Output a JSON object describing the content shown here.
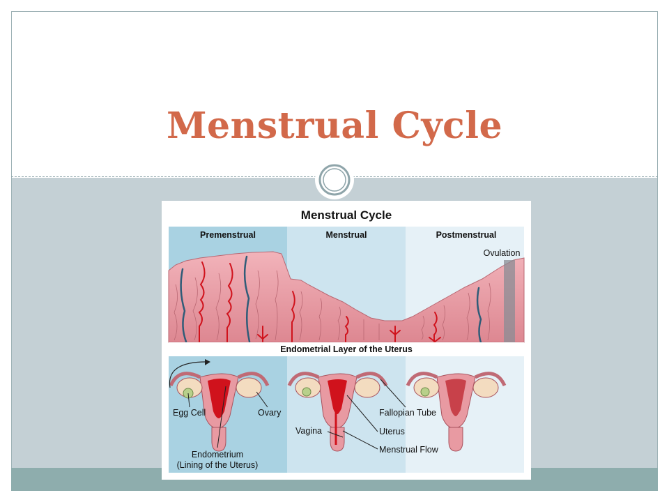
{
  "slide": {
    "title": "Menstrual Cycle",
    "title_color": "#d2694a",
    "background_band_color": "#c4d0d5",
    "footer_color": "#8eadad"
  },
  "figure": {
    "title": "Menstrual Cycle",
    "phases": [
      "Premenstrual",
      "Menstrual",
      "Postmenstrual"
    ],
    "ovulation_label": "Ovulation",
    "layer_caption": "Endometrial Layer of the Uterus",
    "labels": {
      "egg_cell": "Egg Cell",
      "ovary": "Ovary",
      "endometrium": "Endometrium",
      "endometrium_note": "(Lining of the Uterus)",
      "fallopian_tube": "Fallopian Tube",
      "vagina": "Vagina",
      "uterus": "Uterus",
      "menstrual_flow": "Menstrual Flow"
    },
    "colors": {
      "panel_premenstrual": "#a9d2e2",
      "panel_menstrual": "#cde4ef",
      "panel_postmenstrual": "#e6f1f7",
      "tissue": "#e89aa2",
      "blood": "#d0121c"
    }
  }
}
